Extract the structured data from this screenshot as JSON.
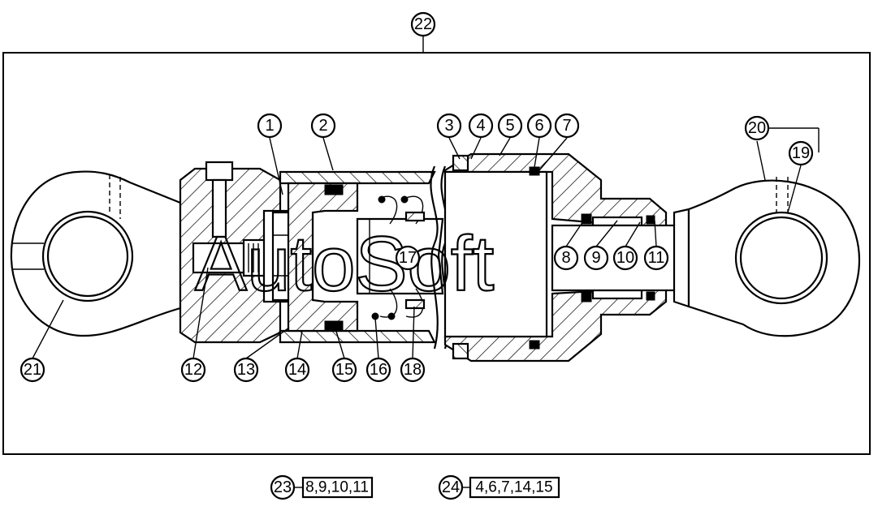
{
  "callouts": [
    {
      "id": "1",
      "label": "1"
    },
    {
      "id": "2",
      "label": "2"
    },
    {
      "id": "3",
      "label": "3"
    },
    {
      "id": "4",
      "label": "4"
    },
    {
      "id": "5",
      "label": "5"
    },
    {
      "id": "6",
      "label": "6"
    },
    {
      "id": "7",
      "label": "7"
    },
    {
      "id": "8",
      "label": "8"
    },
    {
      "id": "9",
      "label": "9"
    },
    {
      "id": "10",
      "label": "10"
    },
    {
      "id": "11",
      "label": "11"
    },
    {
      "id": "12",
      "label": "12"
    },
    {
      "id": "13",
      "label": "13"
    },
    {
      "id": "14",
      "label": "14"
    },
    {
      "id": "15",
      "label": "15"
    },
    {
      "id": "16",
      "label": "16"
    },
    {
      "id": "17",
      "label": "17"
    },
    {
      "id": "18",
      "label": "18"
    },
    {
      "id": "19",
      "label": "19"
    },
    {
      "id": "20",
      "label": "20"
    },
    {
      "id": "21",
      "label": "21"
    },
    {
      "id": "22",
      "label": "22"
    }
  ],
  "kits": [
    {
      "number": "23",
      "parts": "8,9,10,11"
    },
    {
      "number": "24",
      "parts": "4,6,7,14,15"
    }
  ],
  "watermark": "AutoSoft"
}
